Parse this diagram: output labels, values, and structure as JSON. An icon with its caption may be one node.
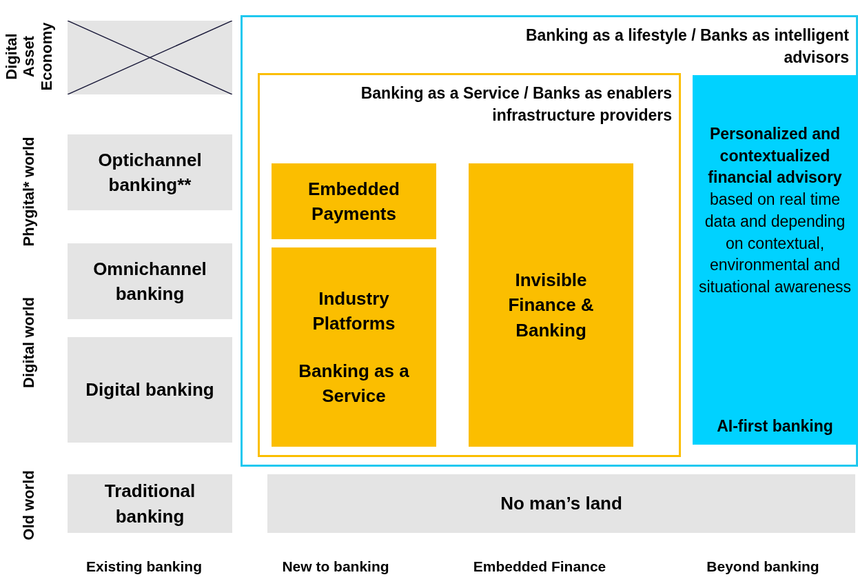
{
  "diagram": {
    "nodes": [
      {
        "text": [],
        "shape": "box"
      },
      {
        "text": [
          "Optichannel banking**"
        ]
      },
      {
        "text": [
          "Omnichannel banking"
        ]
      },
      {
        "text": [
          "Digital banking"
        ]
      },
      {
        "text": [
          "Traditional banking"
        ]
      },
      {
        "text": [
          "Banking as a lifestyle / Banks as intelligent advisors"
        ]
      },
      {
        "text": [
          "Banking as a Service / Banks as enablers infrastructure providers"
        ],
        "in": 5
      },
      {
        "text": [
          "Embedded Payments"
        ],
        "in": 6
      },
      {
        "text": [
          "Industry Platforms",
          "Banking as a Service"
        ],
        "in": 6
      },
      {
        "text": [
          "Invisible Finance & Banking"
        ],
        "in": 6
      },
      {
        "text": [
          "**Personalized and contextualized financial advisory** based on real time data and depending on contextual, environmental and situational awareness",
          "AI-first banking"
        ],
        "in": 5
      },
      {
        "text": [
          "No man’s land"
        ]
      }
    ],
    "labels": [
      "Digital Asset Economy",
      "Phygital* world",
      "Digital world",
      "Old world",
      "Existing banking",
      "New to banking",
      "Embedded Finance",
      "Beyond banking"
    ]
  }
}
